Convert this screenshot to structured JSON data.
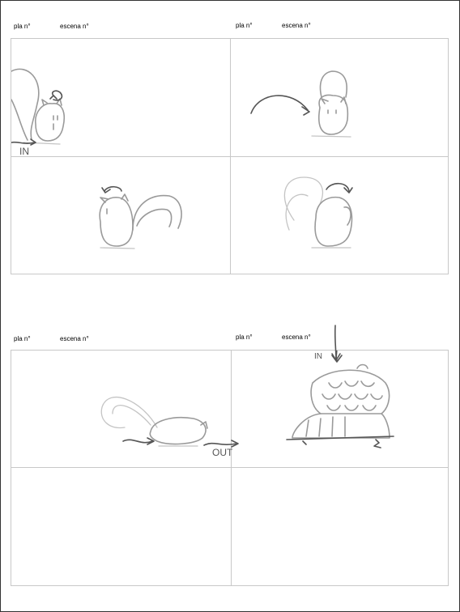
{
  "page": {
    "pages": [
      {
        "left_header": {
          "plan_label": "pla n°",
          "scene_label": "escena n°"
        },
        "right_header": {
          "plan_label": "pla n°",
          "scene_label": "escena n°"
        },
        "annotations": {
          "in": "IN"
        }
      },
      {
        "left_header": {
          "plan_label": "pla n°",
          "scene_label": "escena n°"
        },
        "right_header": {
          "plan_label": "pla n°",
          "scene_label": "escena n°"
        },
        "annotations": {
          "out": "OUT",
          "in": "IN"
        }
      }
    ]
  },
  "icons": [
    "squirrel-sketch",
    "rotate-arrow-icon",
    "motion-arrow-icon",
    "acorn-sketch"
  ]
}
